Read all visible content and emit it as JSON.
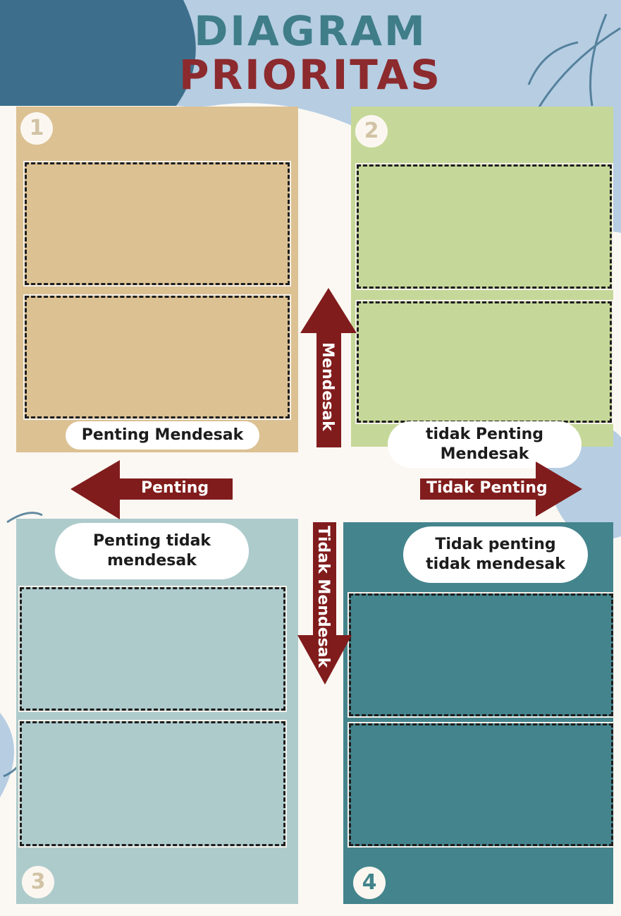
{
  "title": {
    "line1": "DIAGRAM",
    "line2": "PRIORITAS"
  },
  "colors": {
    "q1": "#dcc193",
    "q2": "#c6d899",
    "q3": "#aecbcc",
    "q4": "#44848d",
    "arrow": "#811c1c",
    "title_teal": "#3f7d89",
    "title_red": "#8c2a2e",
    "bg_blue": "#b6cde2",
    "bg_dark": "#3d6f8c"
  },
  "quadrants": [
    {
      "number": "1",
      "label": "Penting Mendesak"
    },
    {
      "number": "2",
      "label": "tidak Penting Mendesak"
    },
    {
      "number": "3",
      "label": "Penting tidak mendesak"
    },
    {
      "number": "4",
      "label": "Tidak penting tidak mendesak"
    }
  ],
  "arrows": {
    "up": "Mendesak",
    "left": "Penting",
    "right": "Tidak Penting",
    "down": "Tidak Mendesak"
  }
}
